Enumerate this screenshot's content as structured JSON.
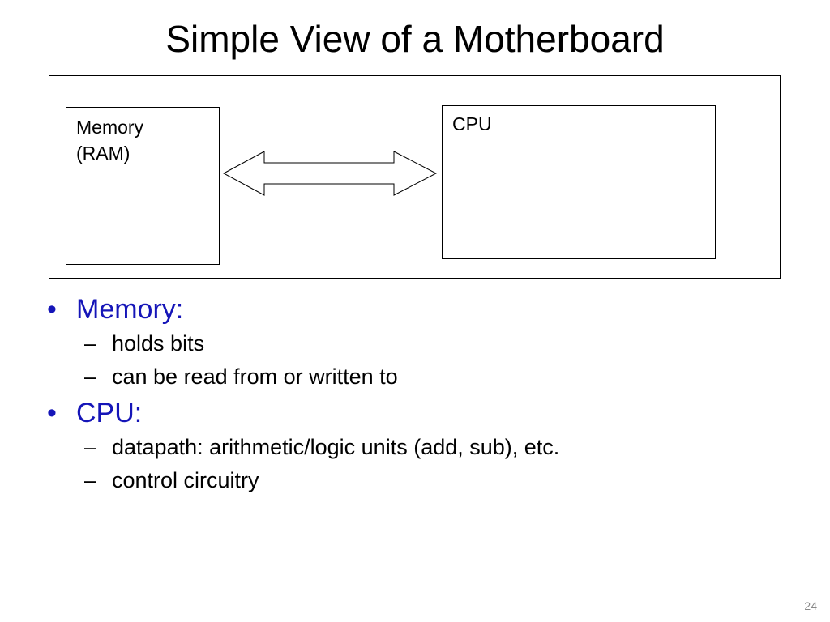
{
  "title": "Simple View of a Motherboard",
  "diagram": {
    "memory_label": [
      "Memory",
      "(RAM)"
    ],
    "cpu_label": "CPU"
  },
  "bullets": [
    {
      "marker": "•",
      "text": "Memory:",
      "sub": [
        {
          "marker": "–",
          "text": "holds bits"
        },
        {
          "marker": "–",
          "text": "can be read from or written to"
        }
      ]
    },
    {
      "marker": "•",
      "text": "CPU:",
      "sub": [
        {
          "marker": "–",
          "text": "datapath: arithmetic/logic units (add, sub), etc."
        },
        {
          "marker": "–",
          "text": "control circuitry"
        }
      ]
    }
  ],
  "page_number": "24",
  "colors": {
    "heading_bullet": "#1515b8",
    "text": "#000000",
    "page_number": "#888888"
  }
}
